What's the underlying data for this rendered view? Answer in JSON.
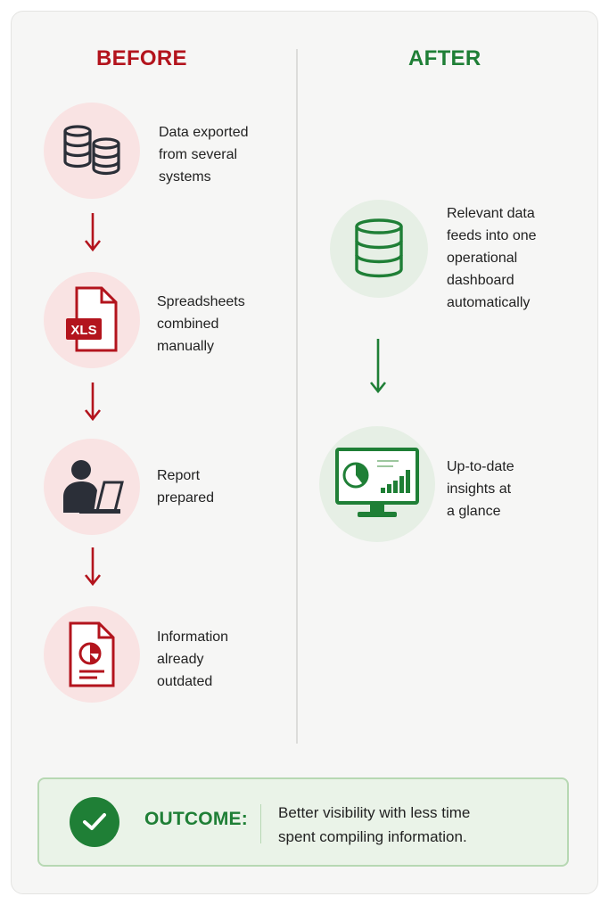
{
  "before": {
    "heading": "BEFORE",
    "steps": [
      {
        "icon": "database-stack-icon",
        "label": "Data exported\nfrom several\nsystems"
      },
      {
        "icon": "xls-file-icon",
        "badge": "XLS",
        "label": "Spreadsheets\ncombined\nmanually"
      },
      {
        "icon": "person-laptop-icon",
        "label": "Report\nprepared"
      },
      {
        "icon": "report-document-icon",
        "label": "Information\nalready\noutdated"
      }
    ]
  },
  "after": {
    "heading": "AFTER",
    "steps": [
      {
        "icon": "database-icon",
        "label": "Relevant data\nfeeds into one\noperational\ndashboard\nautomatically"
      },
      {
        "icon": "dashboard-monitor-icon",
        "label": "Up-to-date\ninsights at\na glance"
      }
    ]
  },
  "outcome": {
    "label": "OUTCOME:",
    "text": "Better visibility with less time\nspent compiling information."
  },
  "colors": {
    "before_accent": "#b3141d",
    "after_accent": "#1f7f36",
    "before_circle": "#f9e3e3",
    "after_circle": "#e6efe5",
    "icon_dark": "#2b2f38"
  }
}
